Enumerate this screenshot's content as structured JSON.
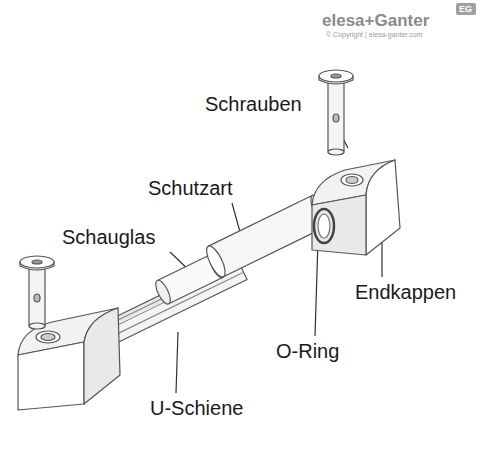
{
  "diagram": {
    "labels": [
      "elesa+Ganter",
      "EG",
      "© Copyright | elesa-ganter.com",
      "Schrauben",
      "Schutzart",
      "Schauglas",
      "Endkappen",
      "O-Ring",
      "U-Schiene"
    ]
  }
}
